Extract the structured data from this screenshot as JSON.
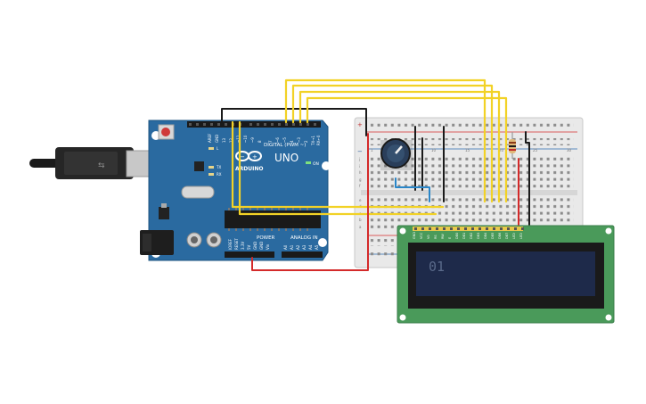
{
  "board": {
    "brand": "ARDUINO",
    "model": "UNO",
    "digital_label": "DIGITAL (PWM ~)",
    "power_label": "POWER",
    "analog_label": "ANALOG IN",
    "on_label": "ON",
    "tx_label": "TX",
    "rx_label": "RX",
    "l_label": "L",
    "pins_top": [
      "AREF",
      "GND",
      "13",
      "12",
      "~11",
      "~10",
      "~9",
      "8",
      "7",
      "~6",
      "~5",
      "4",
      "~3",
      "2",
      "TX→1",
      "RX←0"
    ],
    "pins_power": [
      "IOREF",
      "RESET",
      "3.3V",
      "5V",
      "GND",
      "GND",
      "Vin"
    ],
    "pins_analog": [
      "A0",
      "A1",
      "A2",
      "A3",
      "A4",
      "A5"
    ]
  },
  "breadboard": {
    "column_numbers": [
      "1",
      "5",
      "10",
      "15",
      "20",
      "25",
      "30"
    ],
    "row_letters_top": [
      "j",
      "i",
      "h",
      "g",
      "f"
    ],
    "row_letters_bottom": [
      "e",
      "d",
      "c",
      "b",
      "a"
    ],
    "rail_plus": "+",
    "rail_minus": "−"
  },
  "lcd": {
    "text": "01",
    "pin_labels": [
      "GND",
      "VCC",
      "V0",
      "RS",
      "RW",
      "E",
      "DB0",
      "DB1",
      "DB2",
      "DB3",
      "DB4",
      "DB5",
      "DB6",
      "DB7",
      "LED",
      "LED"
    ],
    "backlight_color": "#1e2a4a",
    "pcb_color": "#4a9a5a"
  },
  "colors": {
    "board": "#2a6aa0",
    "wire_yellow": "#f2d226",
    "wire_red": "#d42a2a",
    "wire_black": "#1a1a1a",
    "wire_blue": "#2a86c8"
  }
}
